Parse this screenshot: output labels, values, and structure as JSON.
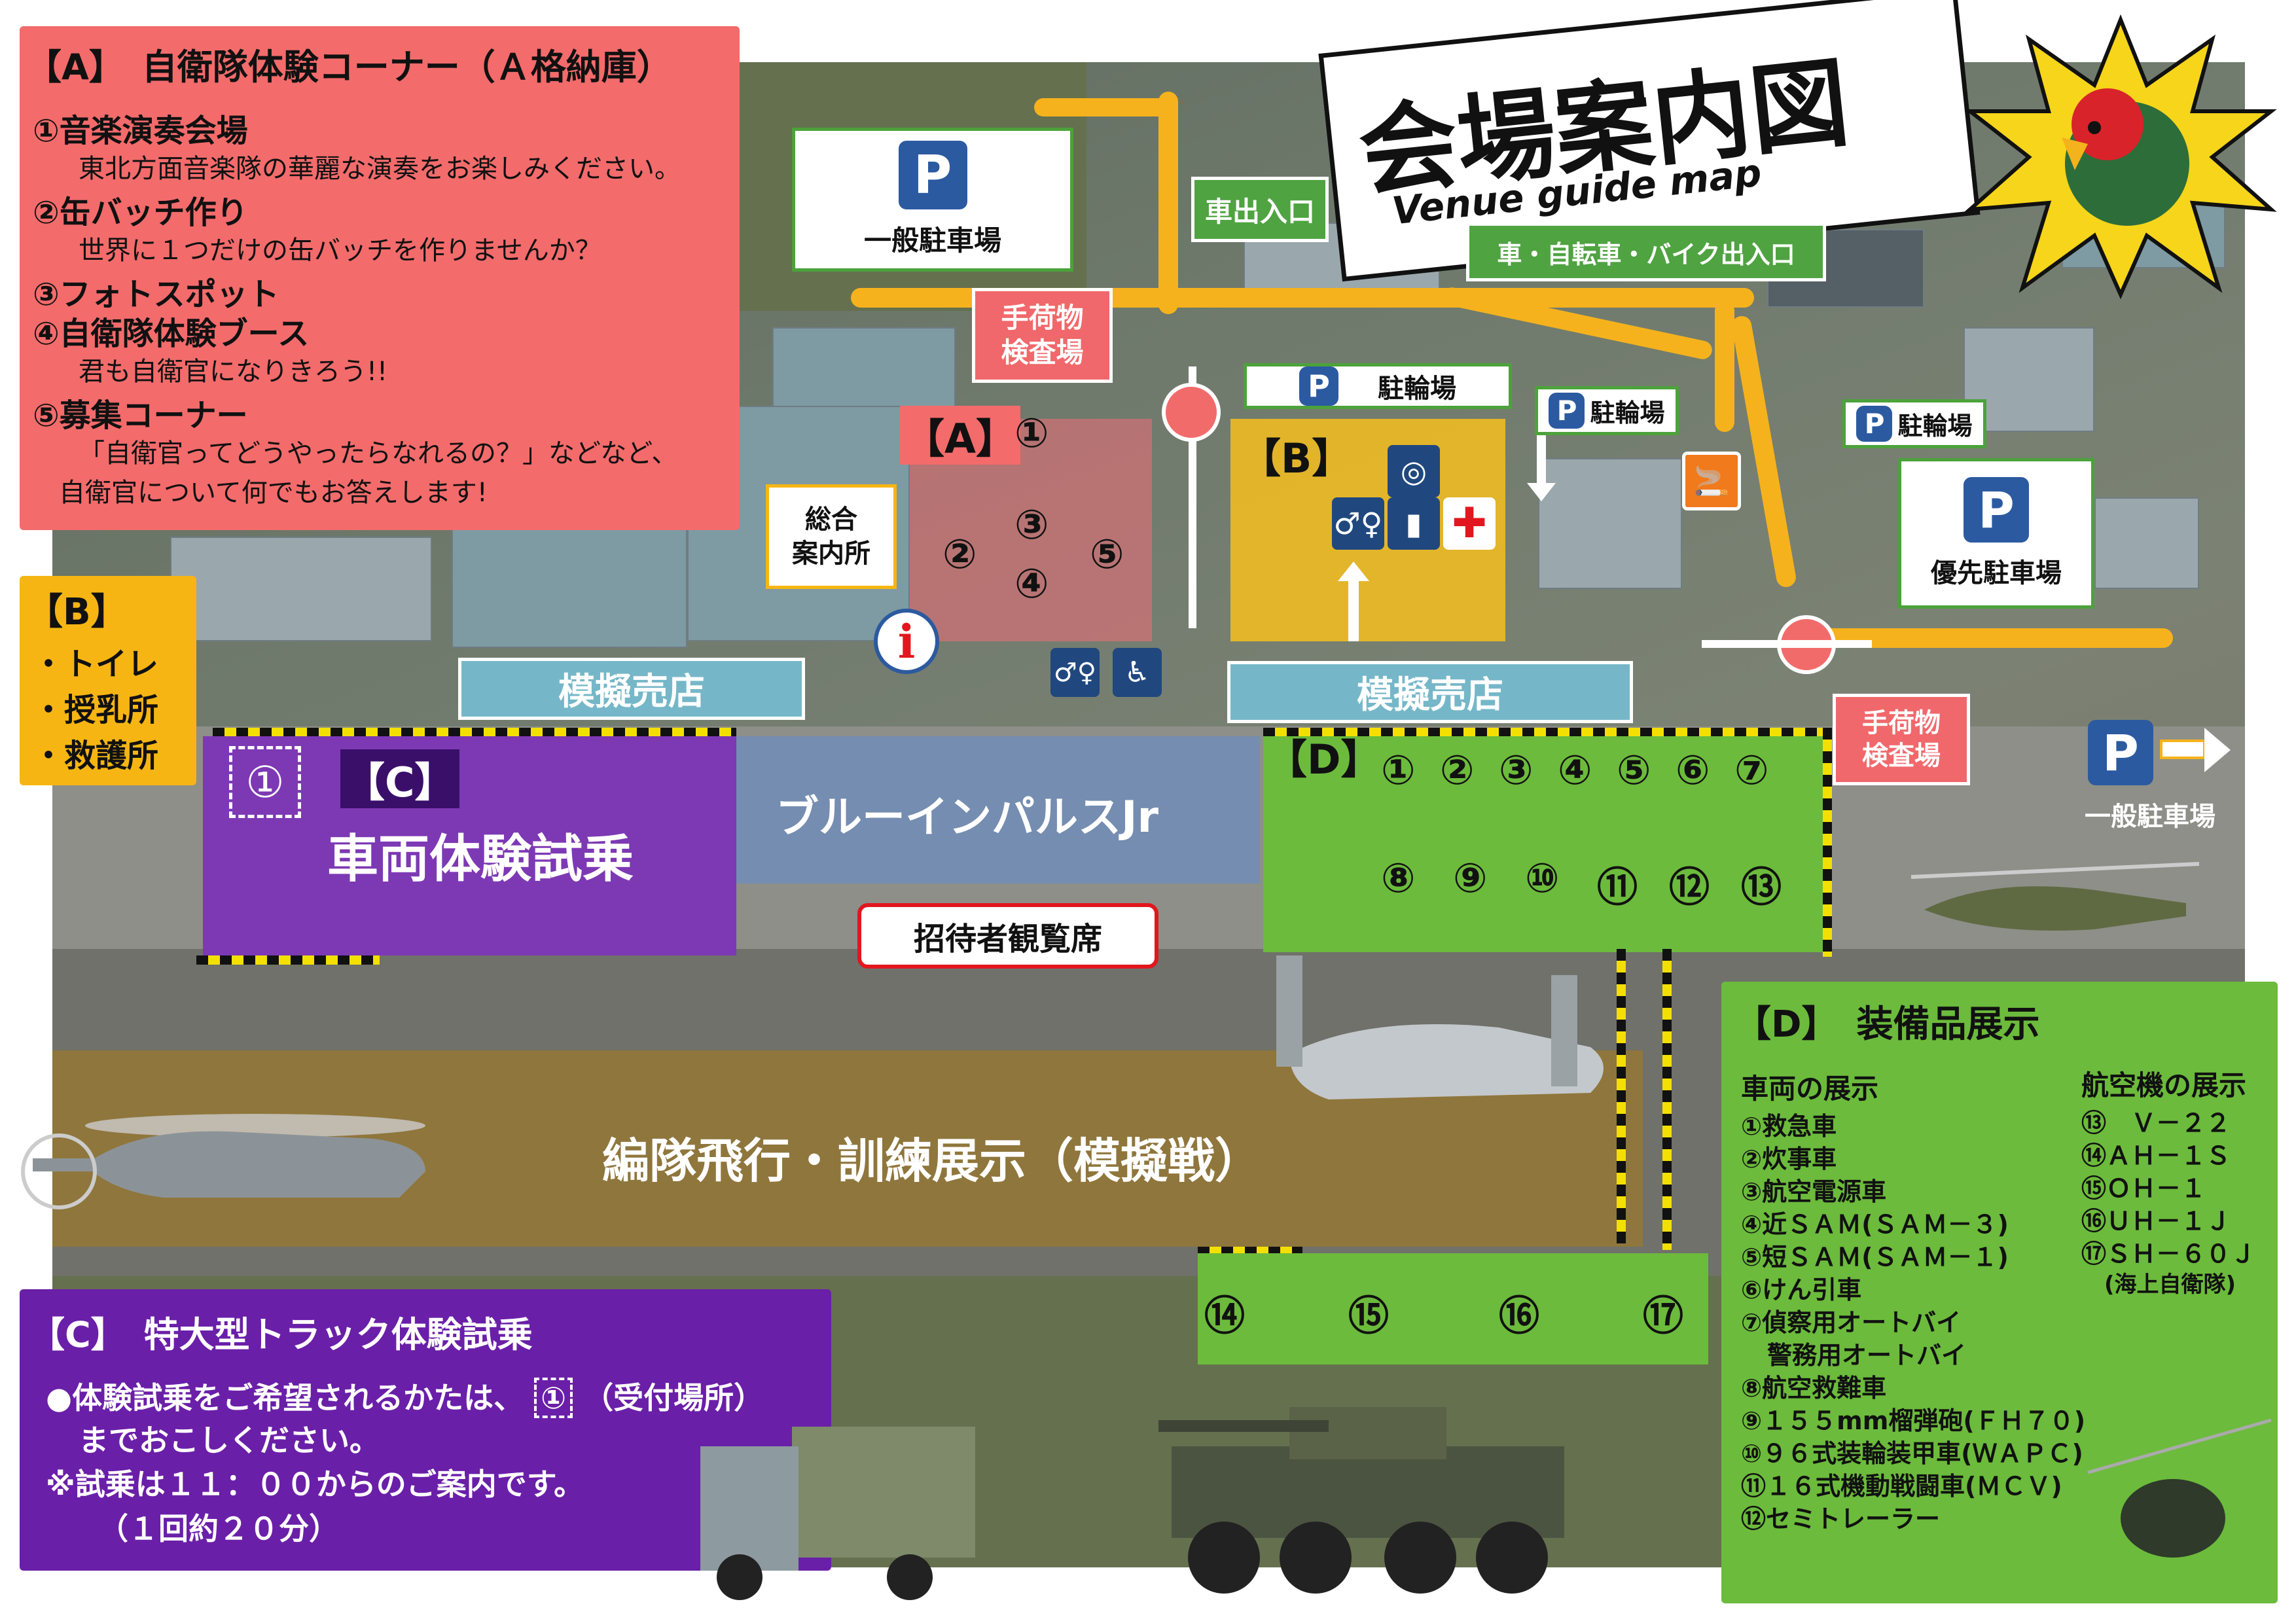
{
  "title": {
    "main": "会場案内図",
    "sub": "Venue guide map"
  },
  "colors": {
    "zone_a_panel": "#f36b6b",
    "zone_b_panel": "#f6b513",
    "zone_c_panel": "#6a1fa8",
    "zone_d_panel": "#6cbb3c",
    "road": "#f6b21c",
    "parking_blue": "#2c5aa0"
  },
  "panel_a": {
    "heading": "【A】　自衛隊体験コーナー（Ａ格納庫）",
    "items": [
      {
        "title": "①音楽演奏会場",
        "desc": "東北方面音楽隊の華麗な演奏をお楽しみください。"
      },
      {
        "title": "②缶バッチ作り",
        "desc": "世界に１つだけの缶バッチを作りませんか？"
      },
      {
        "title": "③フォトスポット",
        "desc": ""
      },
      {
        "title": "④自衛隊体験ブース",
        "desc": "君も自衛官になりきろう!!"
      },
      {
        "title": "⑤募集コーナー",
        "desc": "「自衛官ってどうやったらなれるの？」などなど、"
      }
    ],
    "desc_extra": "自衛官について何でもお答えします!"
  },
  "panel_b": {
    "heading": "【B】",
    "items": [
      "・トイレ",
      "・授乳所",
      "・救護所"
    ]
  },
  "panel_c": {
    "heading": "【C】　特大型トラック体験試乗",
    "line1": "●体験試乗をご希望されるかたは、",
    "marker": "①",
    "line1_tail": "（受付場所）",
    "line2": "までおこしください。",
    "line3": "※試乗は１１：００からのご案内です。",
    "line4": "（１回約２０分）"
  },
  "panel_d": {
    "heading": "【D】　装備品展示",
    "vehicles_heading": "車両の展示",
    "vehicles": [
      "①救急車",
      "②炊事車",
      "③航空電源車",
      "④近ＳＡＭ(ＳＡＭ－３)",
      "⑤短ＳＡＭ(ＳＡＭ－１)",
      "⑥けん引車",
      "⑦偵察用オートバイ",
      "警務用オートバイ",
      "⑧航空救難車",
      "⑨１５５mm榴弾砲(ＦＨ７０)",
      "⑩９６式装輪装甲車(ＷＡＰＣ)",
      "⑪１６式機動戦闘車(ＭＣＶ)",
      "⑫セミトレーラー"
    ],
    "aircraft_heading": "航空機の展示",
    "aircraft": [
      "⑬　Ｖ－２２",
      "⑭ＡＨ－１Ｓ",
      "⑮ＯＨ－１",
      "⑯ＵＨ－１Ｊ",
      "⑰ＳＨ－６０Ｊ",
      "(海上自衛隊)"
    ]
  },
  "map": {
    "parking_general_1": "一般駐車場",
    "parking_priority": "優先駐車場",
    "parking_general_2": "一般駐車場",
    "car_gate": "車出入口",
    "multi_gate": "車・自転車・バイク出入口",
    "bike_parking_1": "駐輪場",
    "bike_parking_2": "駐輪場",
    "bike_parking_3": "駐輪場",
    "baggage_1": "手荷物\n検査場",
    "baggage_2": "手荷物\n検査場",
    "info": "総合\n案内所",
    "shop_1": "模擬売店",
    "shop_2": "模擬売店",
    "zone_a_label": "【A】",
    "zone_b_label": "【B】",
    "zone_c_label": "【C】",
    "zone_d_label": "【D】",
    "zone_c_marker": "①",
    "zone_c_title": "車両体験試乗",
    "blue_impulse": "ブルーインパルスJr",
    "vip_seats": "招待者観覧席",
    "flight_display": "編隊飛行・訓練展示（模擬戦）",
    "zone_a_nums": [
      "①",
      "②",
      "③",
      "④",
      "⑤"
    ],
    "zone_d_row1": [
      "①",
      "②",
      "③",
      "④",
      "⑤",
      "⑥",
      "⑦"
    ],
    "zone_d_row2": [
      "⑧",
      "⑨",
      "⑩",
      "⑪",
      "⑫",
      "⑬"
    ],
    "aircraft_row": [
      "⑭",
      "⑮",
      "⑯",
      "⑰"
    ],
    "p_letter": "P"
  }
}
